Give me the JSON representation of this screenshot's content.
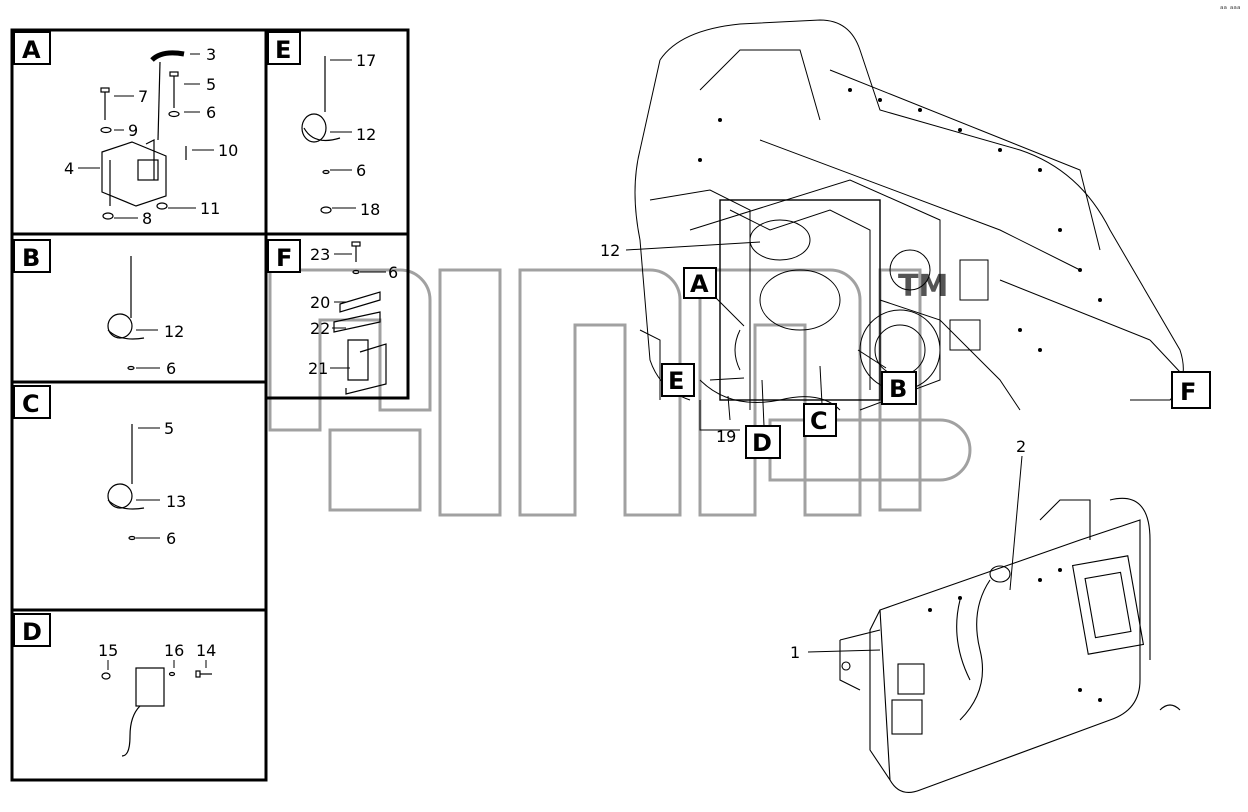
{
  "corner_text": "ᵃᵃ ᵃᵃᵃ",
  "watermark": {
    "tm": "TM"
  },
  "panels": {
    "A": {
      "letter": "A",
      "callouts": {
        "c3": "3",
        "c5": "5",
        "c6": "6",
        "c7": "7",
        "c9": "9",
        "c10": "10",
        "c4": "4",
        "c8": "8",
        "c11": "11"
      }
    },
    "E": {
      "letter": "E",
      "callouts": {
        "c17": "17",
        "c12": "12",
        "c6": "6",
        "c18": "18"
      }
    },
    "B": {
      "letter": "B",
      "callouts": {
        "c12": "12",
        "c6": "6"
      }
    },
    "F": {
      "letter": "F",
      "callouts": {
        "c23": "23",
        "c6": "6",
        "c20": "20",
        "c22": "22",
        "c21": "21"
      }
    },
    "C": {
      "letter": "C",
      "callouts": {
        "c5": "5",
        "c13": "13",
        "c6": "6"
      }
    },
    "D": {
      "letter": "D",
      "callouts": {
        "c15": "15",
        "c16": "16",
        "c14": "14"
      }
    }
  },
  "main_view": {
    "letters": {
      "A": "A",
      "B": "B",
      "C": "C",
      "D": "D",
      "E": "E",
      "F": "F"
    },
    "callouts": {
      "c12": "12",
      "c19": "19",
      "c2": "2",
      "c1": "1"
    }
  },
  "colors": {
    "line": "#000000",
    "watermark": "#808080"
  }
}
